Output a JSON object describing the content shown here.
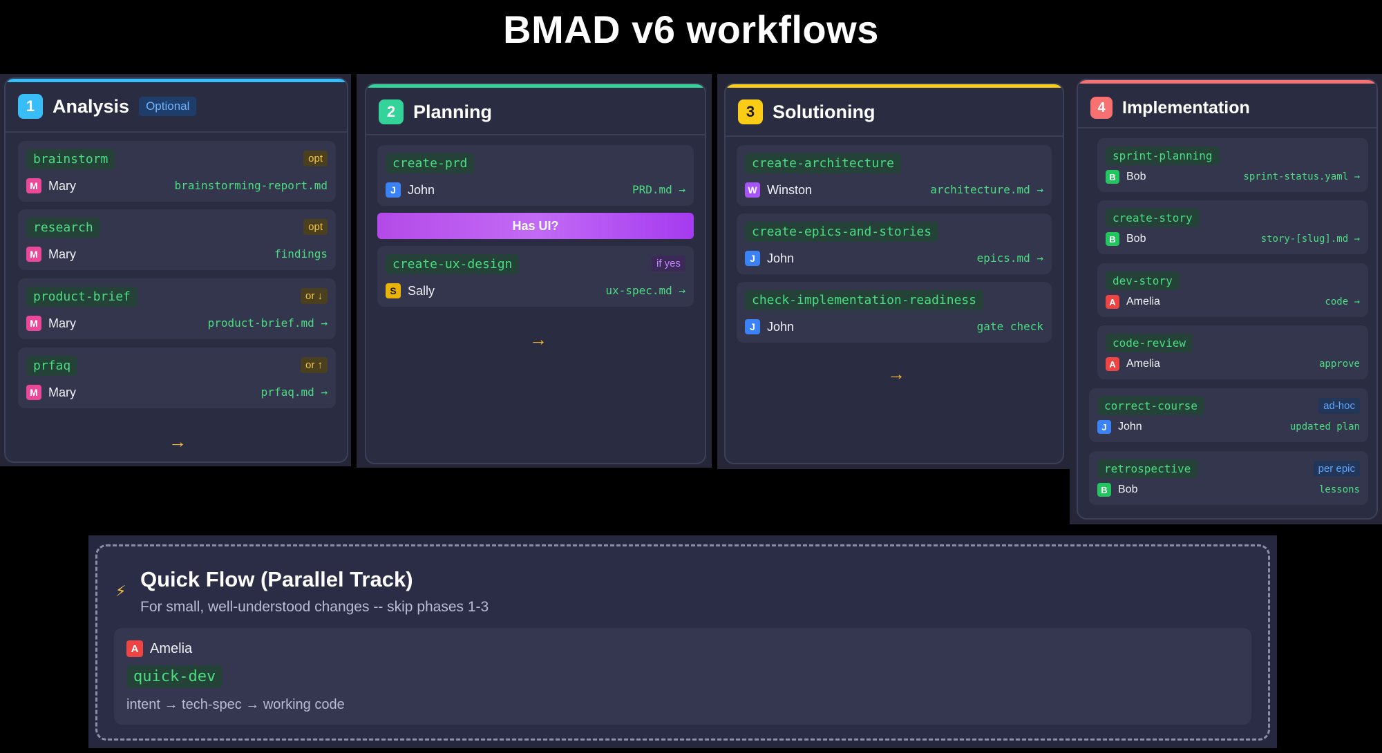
{
  "title": "BMAD v6 workflows",
  "colors": {
    "analysis": "#38bdf8",
    "planning": "#34d399",
    "solutioning": "#facc15",
    "implementation": "#f87171",
    "command_text": "#4ade80",
    "arrow": "#f5b92a",
    "has_ui": "#c26af5"
  },
  "phases": {
    "analysis": {
      "number": "1",
      "title": "Analysis",
      "badge": "Optional",
      "steps": [
        {
          "command": "brainstorm",
          "tag": "opt",
          "agent_initial": "M",
          "agent": "Mary",
          "output": "brainstorming-report.md"
        },
        {
          "command": "research",
          "tag": "opt",
          "agent_initial": "M",
          "agent": "Mary",
          "output": "findings"
        },
        {
          "command": "product-brief",
          "tag": "or ↓",
          "agent_initial": "M",
          "agent": "Mary",
          "output": "product-brief.md →"
        },
        {
          "command": "prfaq",
          "tag": "or ↑",
          "agent_initial": "M",
          "agent": "Mary",
          "output": "prfaq.md →"
        }
      ],
      "arrow": "→"
    },
    "planning": {
      "number": "2",
      "title": "Planning",
      "steps": [
        {
          "command": "create-prd",
          "agent_initial": "J",
          "agent": "John",
          "output": "PRD.md →"
        },
        {
          "command": "create-ux-design",
          "tag": "if yes",
          "agent_initial": "S",
          "agent": "Sally",
          "output": "ux-spec.md →"
        }
      ],
      "decision": "Has UI?",
      "arrow": "→"
    },
    "solutioning": {
      "number": "3",
      "title": "Solutioning",
      "steps": [
        {
          "command": "create-architecture",
          "agent_initial": "W",
          "agent": "Winston",
          "output": "architecture.md →"
        },
        {
          "command": "create-epics-and-stories",
          "agent_initial": "J",
          "agent": "John",
          "output": "epics.md →"
        },
        {
          "command": "check-implementation-readiness",
          "agent_initial": "J",
          "agent": "John",
          "output": "gate check"
        }
      ],
      "arrow": "→"
    },
    "implementation": {
      "number": "4",
      "title": "Implementation",
      "steps": [
        {
          "command": "sprint-planning",
          "agent_initial": "B",
          "agent": "Bob",
          "output": "sprint-status.yaml →"
        },
        {
          "command": "create-story",
          "agent_initial": "B",
          "agent": "Bob",
          "output": "story-[slug].md →"
        },
        {
          "command": "dev-story",
          "agent_initial": "A",
          "agent": "Amelia",
          "output": "code →"
        },
        {
          "command": "code-review",
          "agent_initial": "A",
          "agent": "Amelia",
          "output": "approve"
        },
        {
          "command": "correct-course",
          "tag": "ad-hoc",
          "agent_initial": "J",
          "agent": "John",
          "output": "updated plan"
        },
        {
          "command": "retrospective",
          "tag": "per epic",
          "agent_initial": "B",
          "agent": "Bob",
          "output": "lessons"
        }
      ]
    }
  },
  "quick_flow": {
    "icon": "lightning-icon",
    "title": "Quick Flow (Parallel Track)",
    "subtitle": "For small, well-understood changes -- skip phases 1-3",
    "agent_initial": "A",
    "agent": "Amelia",
    "command": "quick-dev",
    "path": "intent → tech-spec → working code"
  }
}
